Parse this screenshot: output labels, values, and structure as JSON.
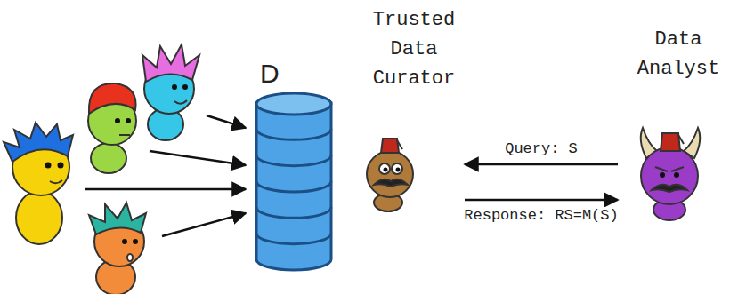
{
  "diagram": {
    "nodes": [
      {
        "text": [
          "D"
        ]
      },
      {
        "text": [
          "Trusted Data Curator"
        ]
      },
      {
        "text": [
          "Data Analyst"
        ]
      }
    ],
    "edges": [
      {
        "from": 2,
        "to": 1,
        "label": "Query: S",
        "arrow": "to"
      },
      {
        "from": 1,
        "to": 2,
        "label": "Response: RS=M(S)",
        "arrow": "to"
      }
    ]
  }
}
